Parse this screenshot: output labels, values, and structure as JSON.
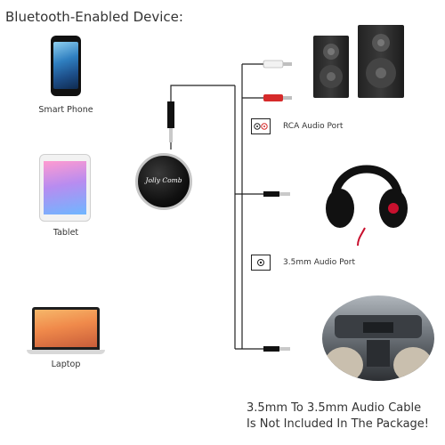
{
  "header": {
    "title": "Bluetooth-Enabled Device:"
  },
  "devices": [
    {
      "label": "Smart Phone"
    },
    {
      "label": "Tablet"
    },
    {
      "label": "Laptop"
    }
  ],
  "receiver": {
    "brand": "Jolly Comb"
  },
  "ports": [
    {
      "label": "RCA Audio Port"
    },
    {
      "label": "3.5mm Audio Port"
    }
  ],
  "notice": {
    "line1": "3.5mm To 3.5mm Audio Cable",
    "line2": "Is Not Included In The Package!"
  },
  "colors": {
    "rca_red": "#d62a2a",
    "rca_white": "#f2f2f2",
    "text": "#333333",
    "headphone_red": "#c8102e"
  }
}
